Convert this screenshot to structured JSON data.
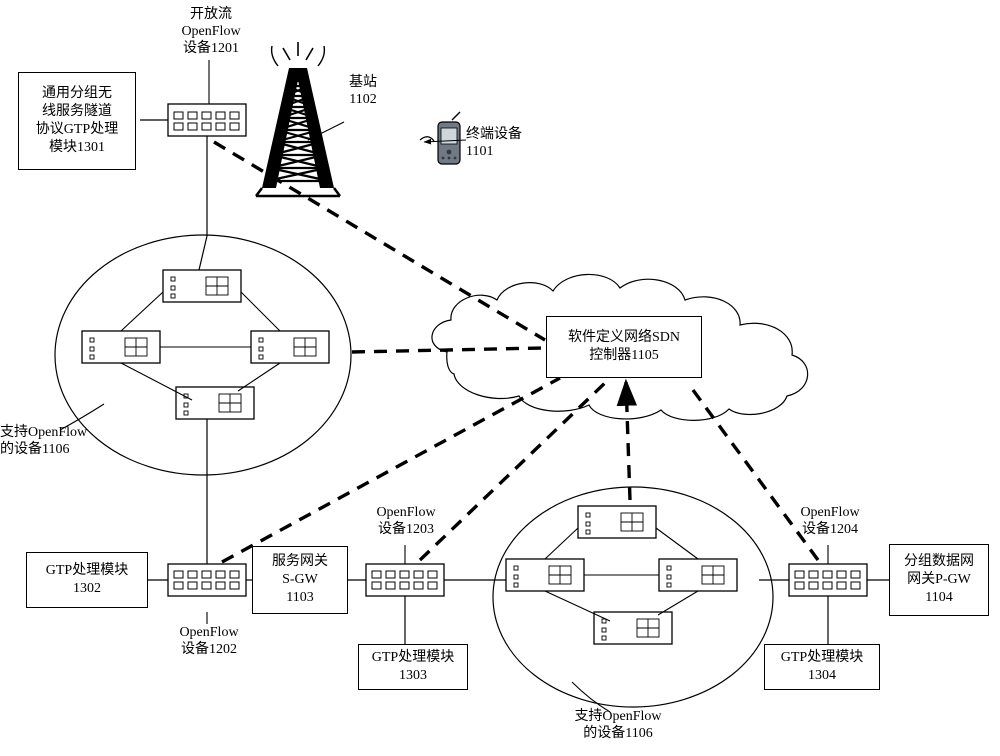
{
  "diagram": {
    "type": "network-architecture",
    "language": "zh-CN",
    "labels": {
      "openflow_device_1201": "开放流\nOpenFlow\n设备1201",
      "gtp_tunnel_module_1301": "通用分组无\n线服务隧道\n协议GTP处理\n模块1301",
      "base_station_1102": "基站\n1102",
      "terminal_device_1101": "终端设备\n1101",
      "sdn_controller_1105": "软件定义网络SDN\n控制器1105",
      "openflow_capable_devices_1106_left": "支持OpenFlow\n的设备1106",
      "openflow_capable_devices_1106_bottom": "支持OpenFlow\n的设备1106",
      "gtp_module_1302": "GTP处理模块\n1302",
      "openflow_device_1202": "OpenFlow\n设备1202",
      "serving_gateway_1103": "服务网关\nS-GW\n1103",
      "openflow_device_1203": "OpenFlow\n设备1203",
      "gtp_module_1303": "GTP处理模块\n1303",
      "openflow_device_1204": "OpenFlow\n设备1204",
      "gtp_module_1304": "GTP处理模块\n1304",
      "packet_data_gateway_1104": "分组数据网\n网关P-GW\n1104"
    },
    "colors": {
      "stroke": "#000000",
      "fill": "#ffffff"
    }
  }
}
